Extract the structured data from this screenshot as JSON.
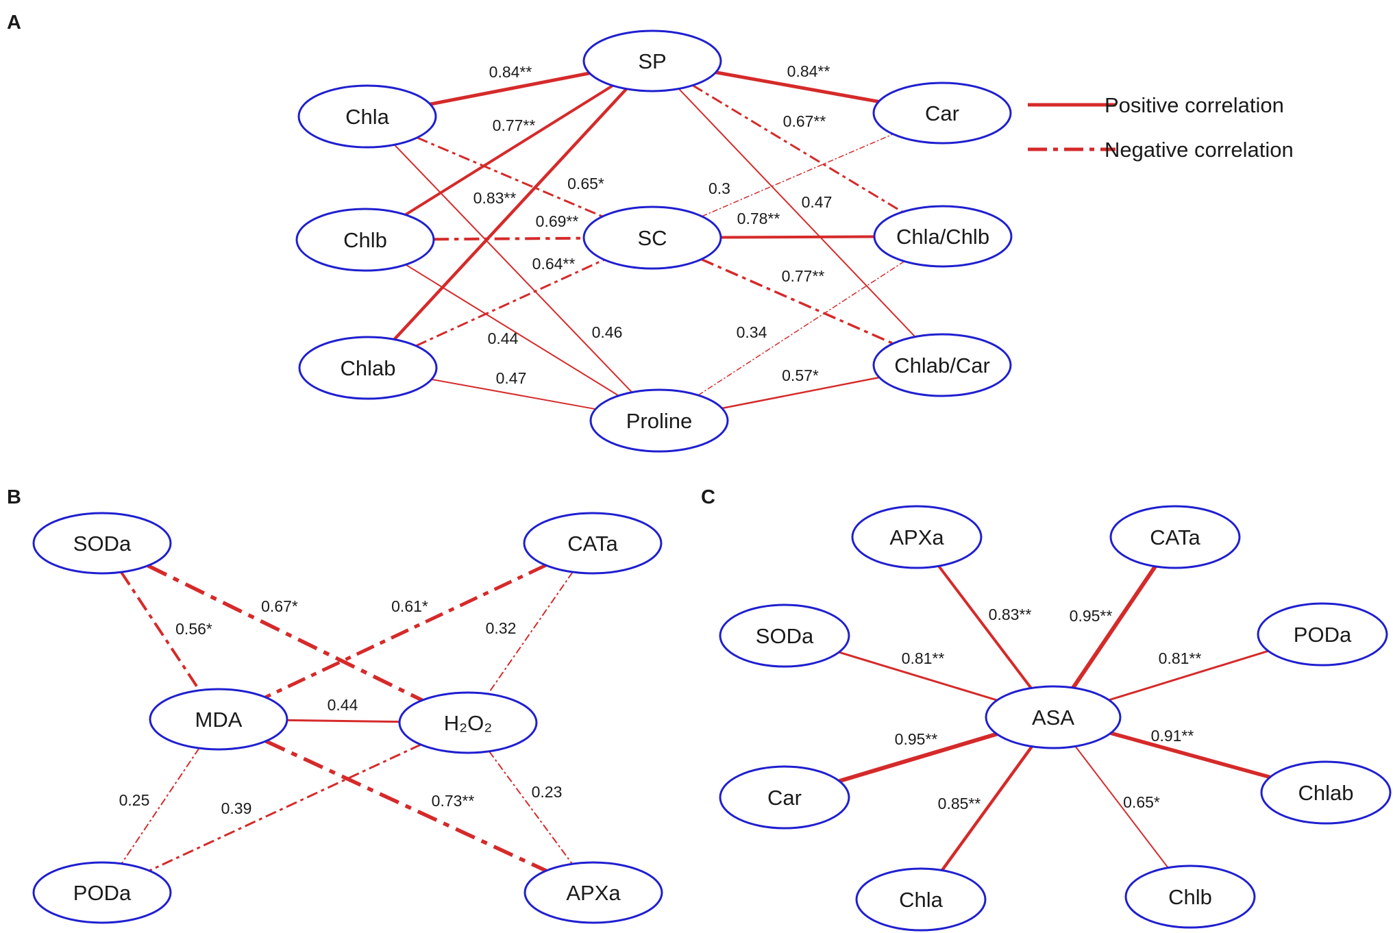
{
  "colors": {
    "edge": "#d52a2a",
    "node_stroke": "#1f1fd0",
    "node_fill": "#ffffff",
    "text": "#1a1a1a"
  },
  "legend": {
    "positive": "Positive correlation",
    "negative": "Negative correlation"
  },
  "panels": [
    {
      "letter": "A",
      "nodes": [
        {
          "id": "SP",
          "label": "SP"
        },
        {
          "id": "Chla",
          "label": "Chla"
        },
        {
          "id": "Car",
          "label": "Car"
        },
        {
          "id": "Chlb",
          "label": "Chlb"
        },
        {
          "id": "SC",
          "label": "SC"
        },
        {
          "id": "ChlaChlb",
          "label": "Chla/Chlb"
        },
        {
          "id": "Chlab",
          "label": "Chlab"
        },
        {
          "id": "ChlabCar",
          "label": "Chlab/Car"
        },
        {
          "id": "Proline",
          "label": "Proline"
        }
      ],
      "edges": [
        {
          "from": "Chla",
          "to": "SP",
          "r": "0.84**",
          "sign": "positive"
        },
        {
          "from": "SP",
          "to": "Car",
          "r": "0.84**",
          "sign": "positive"
        },
        {
          "from": "Chlb",
          "to": "SP",
          "r": "0.77**",
          "sign": "positive"
        },
        {
          "from": "SP",
          "to": "ChlaChlb",
          "r": "0.67**",
          "sign": "negative"
        },
        {
          "from": "Chla",
          "to": "SC",
          "r": "0.65*",
          "sign": "negative"
        },
        {
          "from": "SC",
          "to": "Car",
          "r": "0.3",
          "sign": "negative"
        },
        {
          "from": "Chlab",
          "to": "SP",
          "r": "0.83**",
          "sign": "positive"
        },
        {
          "from": "SP",
          "to": "ChlabCar",
          "r": "0.47",
          "sign": "positive"
        },
        {
          "from": "Chlb",
          "to": "SC",
          "r": "0.69**",
          "sign": "negative"
        },
        {
          "from": "SC",
          "to": "ChlaChlb",
          "r": "0.78**",
          "sign": "positive"
        },
        {
          "from": "Chlab",
          "to": "SC",
          "r": "0.64**",
          "sign": "negative"
        },
        {
          "from": "SC",
          "to": "ChlabCar",
          "r": "0.77**",
          "sign": "negative"
        },
        {
          "from": "Chlb",
          "to": "Proline",
          "r": "0.44",
          "sign": "positive"
        },
        {
          "from": "Chla",
          "to": "Proline",
          "r": "0.46",
          "sign": "positive"
        },
        {
          "from": "Proline",
          "to": "ChlaChlb",
          "r": "0.34",
          "sign": "negative"
        },
        {
          "from": "Chlab",
          "to": "Proline",
          "r": "0.47",
          "sign": "positive"
        },
        {
          "from": "Proline",
          "to": "ChlabCar",
          "r": "0.57*",
          "sign": "positive"
        }
      ]
    },
    {
      "letter": "B",
      "nodes": [
        {
          "id": "SODa",
          "label": "SODa"
        },
        {
          "id": "CATa",
          "label": "CATa"
        },
        {
          "id": "MDA",
          "label": "MDA"
        },
        {
          "id": "H2O2",
          "label": "H₂O₂"
        },
        {
          "id": "PODa",
          "label": "PODa"
        },
        {
          "id": "APXa",
          "label": "APXa"
        }
      ],
      "edges": [
        {
          "from": "SODa",
          "to": "MDA",
          "r": "0.56*",
          "sign": "negative"
        },
        {
          "from": "SODa",
          "to": "H2O2",
          "r": "0.67*",
          "sign": "negative"
        },
        {
          "from": "CATa",
          "to": "MDA",
          "r": "0.61*",
          "sign": "negative"
        },
        {
          "from": "CATa",
          "to": "H2O2",
          "r": "0.32",
          "sign": "negative"
        },
        {
          "from": "MDA",
          "to": "H2O2",
          "r": "0.44",
          "sign": "positive"
        },
        {
          "from": "MDA",
          "to": "PODa",
          "r": "0.25",
          "sign": "negative"
        },
        {
          "from": "H2O2",
          "to": "PODa",
          "r": "0.39",
          "sign": "negative"
        },
        {
          "from": "MDA",
          "to": "APXa",
          "r": "0.73**",
          "sign": "negative"
        },
        {
          "from": "H2O2",
          "to": "APXa",
          "r": "0.23",
          "sign": "negative"
        }
      ]
    },
    {
      "letter": "C",
      "nodes": [
        {
          "id": "APXa",
          "label": "APXa"
        },
        {
          "id": "CATa",
          "label": "CATa"
        },
        {
          "id": "SODa",
          "label": "SODa"
        },
        {
          "id": "PODa",
          "label": "PODa"
        },
        {
          "id": "ASA",
          "label": "ASA"
        },
        {
          "id": "Car",
          "label": "Car"
        },
        {
          "id": "Chlab",
          "label": "Chlab"
        },
        {
          "id": "Chla",
          "label": "Chla"
        },
        {
          "id": "Chlb",
          "label": "Chlb"
        }
      ],
      "edges": [
        {
          "from": "ASA",
          "to": "APXa",
          "r": "0.83**",
          "sign": "positive"
        },
        {
          "from": "ASA",
          "to": "CATa",
          "r": "0.95**",
          "sign": "positive"
        },
        {
          "from": "ASA",
          "to": "SODa",
          "r": "0.81**",
          "sign": "positive"
        },
        {
          "from": "ASA",
          "to": "PODa",
          "r": "0.81**",
          "sign": "positive"
        },
        {
          "from": "ASA",
          "to": "Car",
          "r": "0.95**",
          "sign": "positive"
        },
        {
          "from": "ASA",
          "to": "Chlab",
          "r": "0.91**",
          "sign": "positive"
        },
        {
          "from": "ASA",
          "to": "Chla",
          "r": "0.85**",
          "sign": "positive"
        },
        {
          "from": "ASA",
          "to": "Chlb",
          "r": "0.65*",
          "sign": "positive"
        }
      ]
    }
  ]
}
